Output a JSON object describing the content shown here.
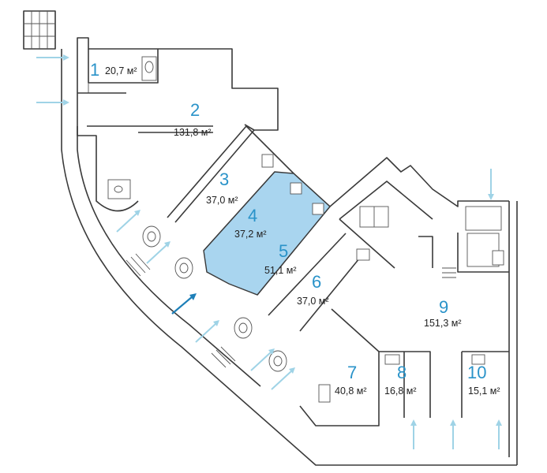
{
  "colors": {
    "room_number": "#2a93c9",
    "highlight_fill": "#a9d5ef",
    "wall": "#3a3a3a",
    "entrance_arrow": "#9fd3e6",
    "main_entrance_arrow": "#1d7fb8"
  },
  "selected_room": "4",
  "rooms": [
    {
      "number": "1",
      "area": "20,7 м²"
    },
    {
      "number": "2",
      "area": "131,8 м²"
    },
    {
      "number": "3",
      "area": "37,0 м²"
    },
    {
      "number": "4",
      "area": "37,2 м²"
    },
    {
      "number": "5",
      "area": "51,1 м²"
    },
    {
      "number": "6",
      "area": "37,0 м²"
    },
    {
      "number": "7",
      "area": "40,8 м²"
    },
    {
      "number": "8",
      "area": "16,8 м²"
    },
    {
      "number": "9",
      "area": "151,3 м²"
    },
    {
      "number": "10",
      "area": "15,1 м²"
    }
  ]
}
